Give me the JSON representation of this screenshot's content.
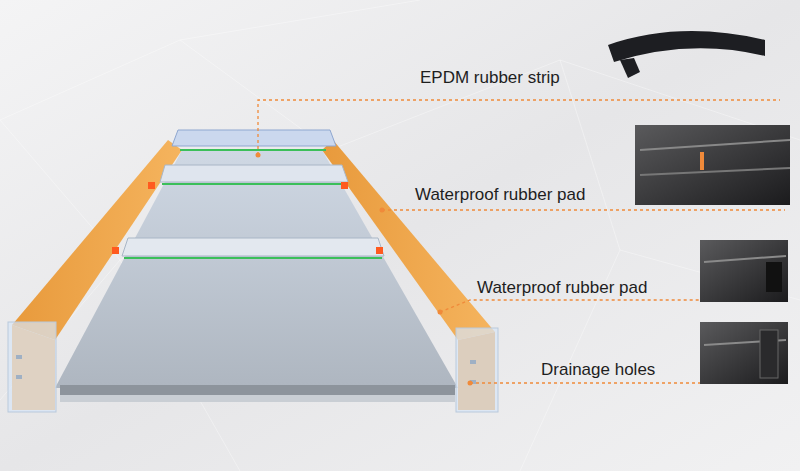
{
  "diagram": {
    "labels": [
      "EPDM rubber strip",
      "Waterproof rubber pad",
      "Waterproof rubber pad",
      "Drainage holes"
    ]
  }
}
